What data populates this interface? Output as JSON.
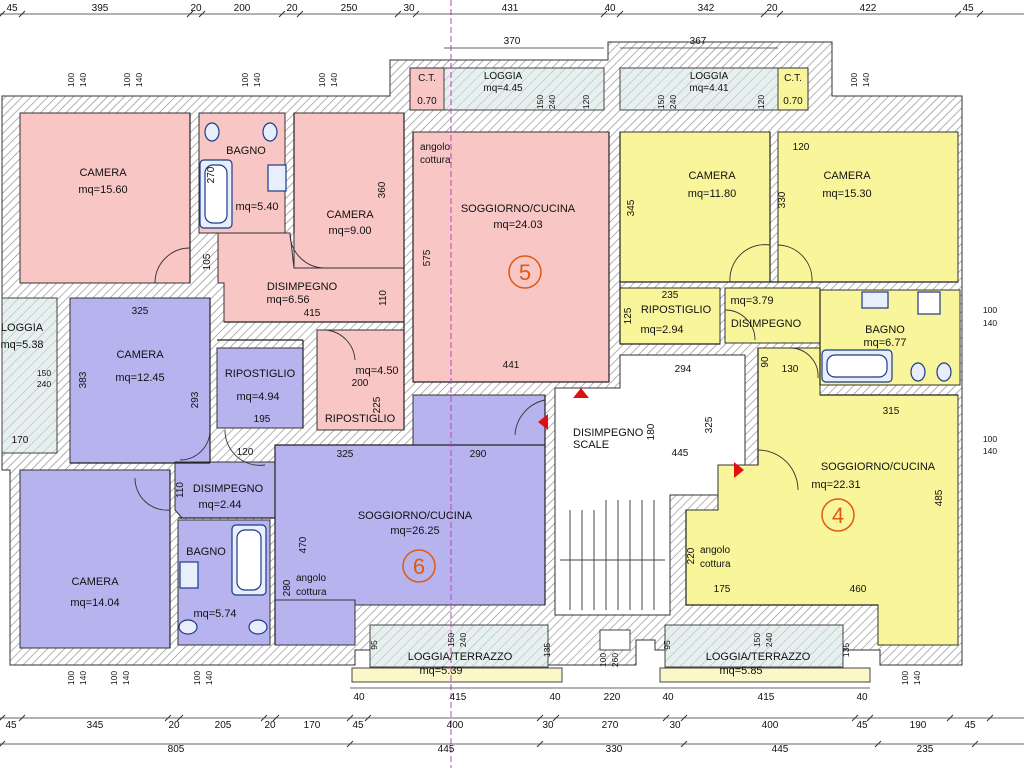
{
  "units": [
    {
      "number": "5",
      "color": "#f9c6c6"
    },
    {
      "number": "6",
      "color": "#b7b3ee"
    },
    {
      "number": "4",
      "color": "#f9f59a"
    }
  ],
  "rooms": {
    "camera_a": {
      "name": "CAMERA",
      "area": "mq=15.60"
    },
    "bagno_a": {
      "name": "BAGNO",
      "area": "mq=5.40"
    },
    "camera_b": {
      "name": "CAMERA",
      "area": "mq=9.00"
    },
    "disimpegno_a": {
      "name": "DISIMPEGNO",
      "area": "mq=6.56"
    },
    "soggiorno_5": {
      "name": "SOGGIORNO/CUCINA",
      "area": "mq=24.03",
      "note": "angolo",
      "note2": "cottura"
    },
    "loggia_5": {
      "name": "LOGGIA",
      "area": "mq=4.45"
    },
    "ct_5": {
      "name": "C.T.",
      "area": "0.70"
    },
    "loggia_4": {
      "name": "LOGGIA",
      "area": "mq=4.41"
    },
    "ct_4": {
      "name": "C.T.",
      "area": "0.70"
    },
    "camera_c": {
      "name": "CAMERA",
      "area": "mq=11.80"
    },
    "camera_d": {
      "name": "CAMERA",
      "area": "mq=15.30"
    },
    "ripostiglio_4": {
      "name": "RIPOSTIGLIO",
      "area": "mq=2.94"
    },
    "disimpegno_4": {
      "name": "DISIMPEGNO",
      "area": "mq=3.79"
    },
    "bagno_4": {
      "name": "BAGNO",
      "area": "mq=6.77"
    },
    "soggiorno_4": {
      "name": "SOGGIORNO/CUCINA",
      "area": "mq=22.31",
      "note": "angolo",
      "note2": "cottura"
    },
    "loggia_left": {
      "name": "LOGGIA",
      "area": "mq=5.38"
    },
    "camera_e": {
      "name": "CAMERA",
      "area": "mq=12.45"
    },
    "ripostiglio_6": {
      "name": "RIPOSTIGLIO",
      "area": "mq=4.94"
    },
    "ripostiglio_5": {
      "name": "RIPOSTIGLIO",
      "area": "mq=4.50"
    },
    "disimpegno_scale": {
      "name": "DISIMPEGNO",
      "name2": "SCALE"
    },
    "disimpegno_6": {
      "name": "DISIMPEGNO",
      "area": "mq=2.44"
    },
    "soggiorno_6": {
      "name": "SOGGIORNO/CUCINA",
      "area": "mq=26.25",
      "note": "angolo",
      "note2": "cottura"
    },
    "camera_f": {
      "name": "CAMERA",
      "area": "mq=14.04"
    },
    "bagno_6": {
      "name": "BAGNO",
      "area": "mq=5.74"
    },
    "loggia_terrazzo_6": {
      "name": "LOGGIA/TERRAZZO",
      "area": "mq=5.39"
    },
    "loggia_terrazzo_4": {
      "name": "LOGGIA/TERRAZZO",
      "area": "mq=5.85"
    }
  },
  "top_dimensions": [
    "45",
    "395",
    "20",
    "200",
    "20",
    "250",
    "30",
    "431",
    "40",
    "342",
    "20",
    "422",
    "45"
  ],
  "loggia_dimensions": [
    "370",
    "367"
  ],
  "bottom_dimensions_row1": [
    "45",
    "345",
    "20",
    "205",
    "20",
    "170",
    "45",
    "400",
    "30",
    "270",
    "30",
    "400",
    "45",
    "190",
    "45"
  ],
  "bottom_dimensions_row2": [
    "805",
    "445",
    "330",
    "445",
    "235"
  ],
  "loggia_bottom_dimensions": [
    "40",
    "415",
    "40",
    "220",
    "40",
    "415",
    "40"
  ],
  "inner_dimensions": {
    "d325a": "325",
    "d383": "383",
    "d293": "293",
    "d415": "415",
    "d441": "441",
    "d575": "575",
    "d360": "360",
    "d270": "270",
    "d105": "105",
    "d110a": "110",
    "d200": "200",
    "d225": "225",
    "d195": "195",
    "d120a": "120",
    "d110b": "110",
    "d325b": "325",
    "d290": "290",
    "d470": "470",
    "d280": "280",
    "d294": "294",
    "d180": "180",
    "d325c": "325",
    "d445": "445",
    "d235": "235",
    "d125": "125",
    "d345": "345",
    "d330": "330",
    "d120b": "120",
    "d90": "90",
    "d130": "130",
    "d315": "315",
    "d485": "485",
    "d220": "220",
    "d175": "175",
    "d460": "460",
    "d170": "170",
    "d95a": "95",
    "d135a": "135",
    "d95b": "95",
    "d135b": "135"
  },
  "window_dimensions": {
    "w100": "100",
    "w140": "140",
    "w150": "150",
    "w240": "240",
    "w120": "120",
    "w260": "260"
  }
}
